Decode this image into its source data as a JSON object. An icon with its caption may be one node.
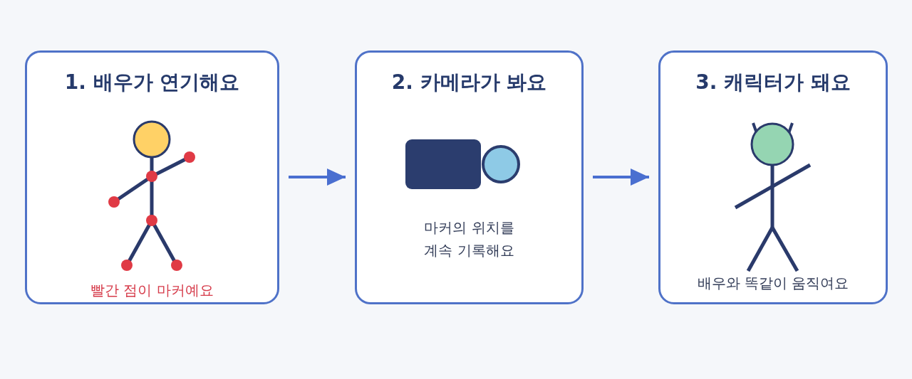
{
  "diagram": {
    "nodes": [
      {
        "text": [
          "1. 배우가 연기해요",
          "빨간 점이 마커예요"
        ]
      },
      {
        "text": [
          "2. 카메라가 봐요",
          "마커의 위치를 계속 기록해요"
        ]
      },
      {
        "text": [
          "3. 캐릭터가 돼요",
          "배우와 똑같이 움직여요"
        ]
      }
    ],
    "edges": [
      {
        "from": 0,
        "to": 1,
        "arrow": "to"
      },
      {
        "from": 1,
        "to": 2,
        "arrow": "to"
      }
    ]
  }
}
